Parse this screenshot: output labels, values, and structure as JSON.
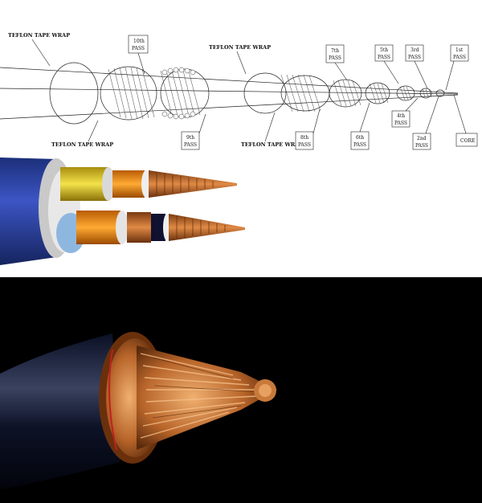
{
  "diagram": {
    "tape_labels": [
      "TEFLON TAPE WRAP",
      "TEFLON TAPE WRAP",
      "TEFLON TAPE WRAP",
      "TEFLON TAPE WRAP"
    ],
    "pass_boxes_top": [
      {
        "line1": "10th",
        "line2": "PASS"
      },
      {
        "line1": "7th",
        "line2": "PASS"
      },
      {
        "line1": "5th",
        "line2": "PASS"
      },
      {
        "line1": "3rd",
        "line2": "PASS"
      },
      {
        "line1": "1st",
        "line2": "PASS"
      }
    ],
    "pass_boxes_bottom": [
      {
        "line1": "9th",
        "line2": "PASS"
      },
      {
        "line1": "8th",
        "line2": "PASS"
      },
      {
        "line1": "6th",
        "line2": "PASS"
      },
      {
        "line1": "4th",
        "line2": "PASS"
      },
      {
        "line1": "2nd",
        "line2": "PASS"
      }
    ],
    "core_label": "CORE"
  },
  "colors": {
    "jacket_blue": "#2a3f9a",
    "copper": "#c8773a",
    "background_photo": "#000000"
  }
}
